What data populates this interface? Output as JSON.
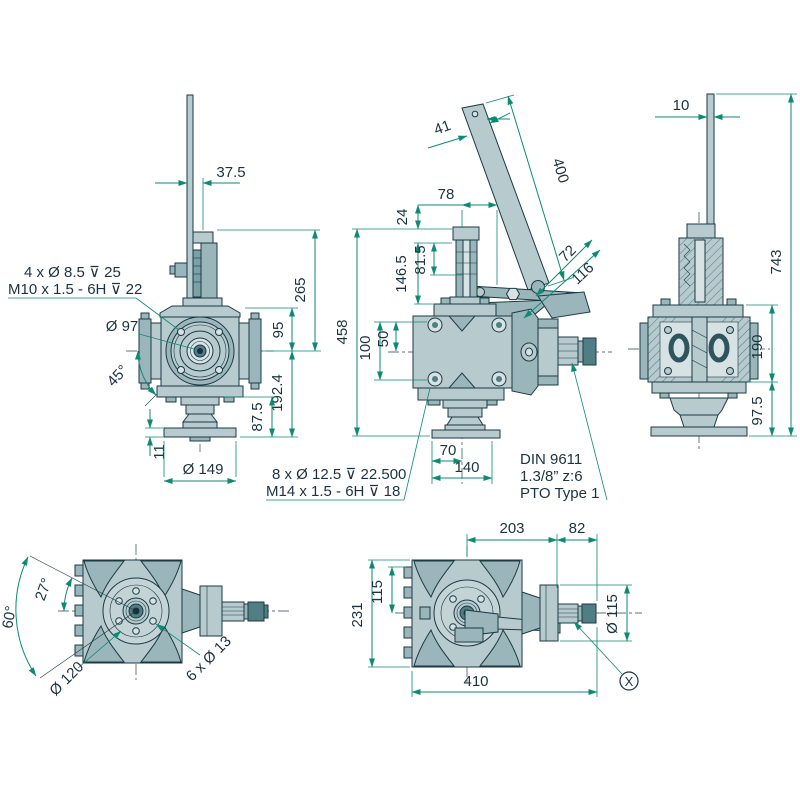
{
  "meta": {
    "type": "technical-drawing-gearbox",
    "background": "#ffffff"
  },
  "colors": {
    "dimension_lines": "#0d8a73",
    "outline": "#1b3a44",
    "text": "#1b3340",
    "body_light": "#b7cbce",
    "body_mid": "#9ab6ba",
    "body_dark": "#7ba1a7",
    "body_deep": "#517d85",
    "body_pale": "#d6e2e4"
  },
  "views": {
    "front": {
      "dims": {
        "rod_offset": "37.5",
        "hub_height": "265",
        "upper_height": "95",
        "lower_height": "192.4",
        "pedestal_height": "87.5",
        "base_thickness": "11",
        "base_diameter": "Ø 149",
        "flange_angle": "45°",
        "pilot_diameter": "Ø 97",
        "tap_note_line1": "4 x Ø 8.5 ⊽ 25",
        "tap_note_line2": "M10 x 1.5 - 6H ⊽ 22"
      }
    },
    "side": {
      "dims": {
        "lever_width": "41",
        "lever_length": "400",
        "link_offset_a": "72",
        "link_offset_b": "116",
        "pivot_offset": "78",
        "cap_height": "24",
        "rod_mid": "81.5",
        "rod_height": "146.5",
        "overall_height": "458",
        "bolt_spacing": "100",
        "bolt_to_center": "50",
        "base_half": "70",
        "base_width": "140"
      },
      "notes": {
        "tap_line1": "8 x Ø 12.5 ⊽  22.500",
        "tap_line2": "M14 x 1.5 - 6H ⊽  18",
        "pto_line1": "DIN 9611",
        "pto_line2": "1.3/8” z:6",
        "pto_line3": "PTO Type 1"
      }
    },
    "section": {
      "dims": {
        "rod_width": "10",
        "overall_height": "743",
        "housing_height": "190",
        "pedestal_height": "97.5"
      }
    },
    "top_compact": {
      "dims": {
        "swing_angle": "60°",
        "upper_angle": "27°",
        "bolt_circle": "Ø 120",
        "holes": "6 x Ø 13"
      }
    },
    "top_lever": {
      "dims": {
        "housing_length": "203",
        "shaft_length": "82",
        "overall_width": "231",
        "half_width": "115",
        "flange_diameter": "Ø 115",
        "overall_length": "410",
        "detail_marker": "X"
      }
    }
  }
}
